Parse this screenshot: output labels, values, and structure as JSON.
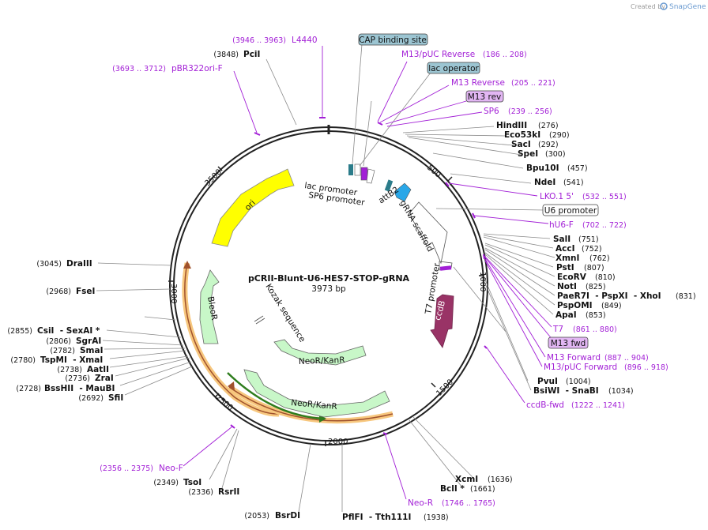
{
  "header": {
    "created_by": "Created by",
    "brand": "SnapGene"
  },
  "plasmid": {
    "name": "pCRII-Blunt-U6-HES7-STOP-gRNA",
    "size": "3973 bp"
  },
  "ticks": [
    "500",
    "1000",
    "1500",
    "2000",
    "2500",
    "3000",
    "3500"
  ],
  "sites": [
    {
      "name": "PciI",
      "pos": "(3848)"
    },
    {
      "name": "HindIII",
      "pos": "(276)"
    },
    {
      "name": "Eco53kI",
      "pos": "(290)"
    },
    {
      "name": "SacI",
      "pos": "(292)"
    },
    {
      "name": "SpeI",
      "pos": "(300)"
    },
    {
      "name": "Bpu10I",
      "pos": "(457)"
    },
    {
      "name": "NdeI",
      "pos": "(541)"
    },
    {
      "name": "SalI",
      "pos": "(751)"
    },
    {
      "name": "AccI",
      "pos": "(752)"
    },
    {
      "name": "XmnI",
      "pos": "(762)"
    },
    {
      "name": "PstI",
      "pos": "(807)"
    },
    {
      "name": "EcoRV",
      "pos": "(810)"
    },
    {
      "name": "NotI",
      "pos": "(825)"
    },
    {
      "name": "PaeR7I  - PspXI  - XhoI",
      "pos": "(831)"
    },
    {
      "name": "PspOMI",
      "pos": "(849)"
    },
    {
      "name": "ApaI",
      "pos": "(853)"
    },
    {
      "name": "PvuI",
      "pos": "(1004)"
    },
    {
      "name": "BsiWI  - SnaBI",
      "pos": "(1034)"
    },
    {
      "name": "XcmI",
      "pos": "(1636)"
    },
    {
      "name": "BclI *",
      "pos": "(1661)"
    },
    {
      "name": "PflFI  - Tth111I",
      "pos": "(1938)"
    },
    {
      "name": "BsrDI",
      "pos": "(2053)"
    },
    {
      "name": "RsrII",
      "pos": "(2336)"
    },
    {
      "name": "TsoI",
      "pos": "(2349)"
    },
    {
      "name": "SfiI",
      "pos": "(2692)"
    },
    {
      "name": "BssHII  - MauBI",
      "pos": "(2728)"
    },
    {
      "name": "ZraI",
      "pos": "(2736)"
    },
    {
      "name": "AatII",
      "pos": "(2738)"
    },
    {
      "name": "TspMI  - XmaI",
      "pos": "(2780)"
    },
    {
      "name": "SmaI",
      "pos": "(2782)"
    },
    {
      "name": "SgrAI",
      "pos": "(2806)"
    },
    {
      "name": "CsiI  - SexAI *",
      "pos": "(2855)"
    },
    {
      "name": "FseI",
      "pos": "(2968)"
    },
    {
      "name": "DraIII",
      "pos": "(3045)"
    }
  ],
  "primers": [
    {
      "name": "L4440",
      "range": "(3946 .. 3963)"
    },
    {
      "name": "pBR322ori-F",
      "range": "(3693 .. 3712)"
    },
    {
      "name": "M13/pUC Reverse",
      "range": "(186 .. 208)"
    },
    {
      "name": "M13 Reverse",
      "range": "(205 .. 221)"
    },
    {
      "name": "SP6",
      "range": "(239 .. 256)"
    },
    {
      "name": "LKO.1 5'",
      "range": "(532 .. 551)"
    },
    {
      "name": "hU6-F",
      "range": "(702 .. 722)"
    },
    {
      "name": "T7",
      "range": "(861 .. 880)"
    },
    {
      "name": "M13 Forward",
      "range": "(887 .. 904)"
    },
    {
      "name": "M13/pUC Forward",
      "range": "(896 .. 918)"
    },
    {
      "name": "ccdB-fwd",
      "range": "(1222 .. 1241)"
    },
    {
      "name": "Neo-R",
      "range": "(1746 .. 1765)"
    },
    {
      "name": "Neo-F",
      "range": "(2356 .. 2375)"
    }
  ],
  "boxed_labels": {
    "cap_binding_site": "CAP binding site",
    "lac_operator": "lac operator",
    "m13_rev": "M13 rev",
    "u6_promoter": "U6 promoter",
    "m13_fwd": "M13 fwd"
  },
  "features": {
    "ori": "ori",
    "lac_promoter": "lac promoter",
    "sp6_promoter": "SP6 promoter",
    "grna_scaffold": "gRNA scaffold",
    "attb2": "attB2",
    "t7_promoter": "T7 promoter",
    "ccdb": "ccdB",
    "bleor": "BleoR",
    "kozak": "Kozak sequence",
    "neor_inner": "NeoR/KanR",
    "neor_outer": "NeoR/KanR"
  },
  "colors": {
    "primer": "#a21fd6",
    "ori": "#ffff00",
    "resistance": "#c8f7c8",
    "ccdb": "#993366",
    "orange_highlight": "#f7c77e"
  }
}
